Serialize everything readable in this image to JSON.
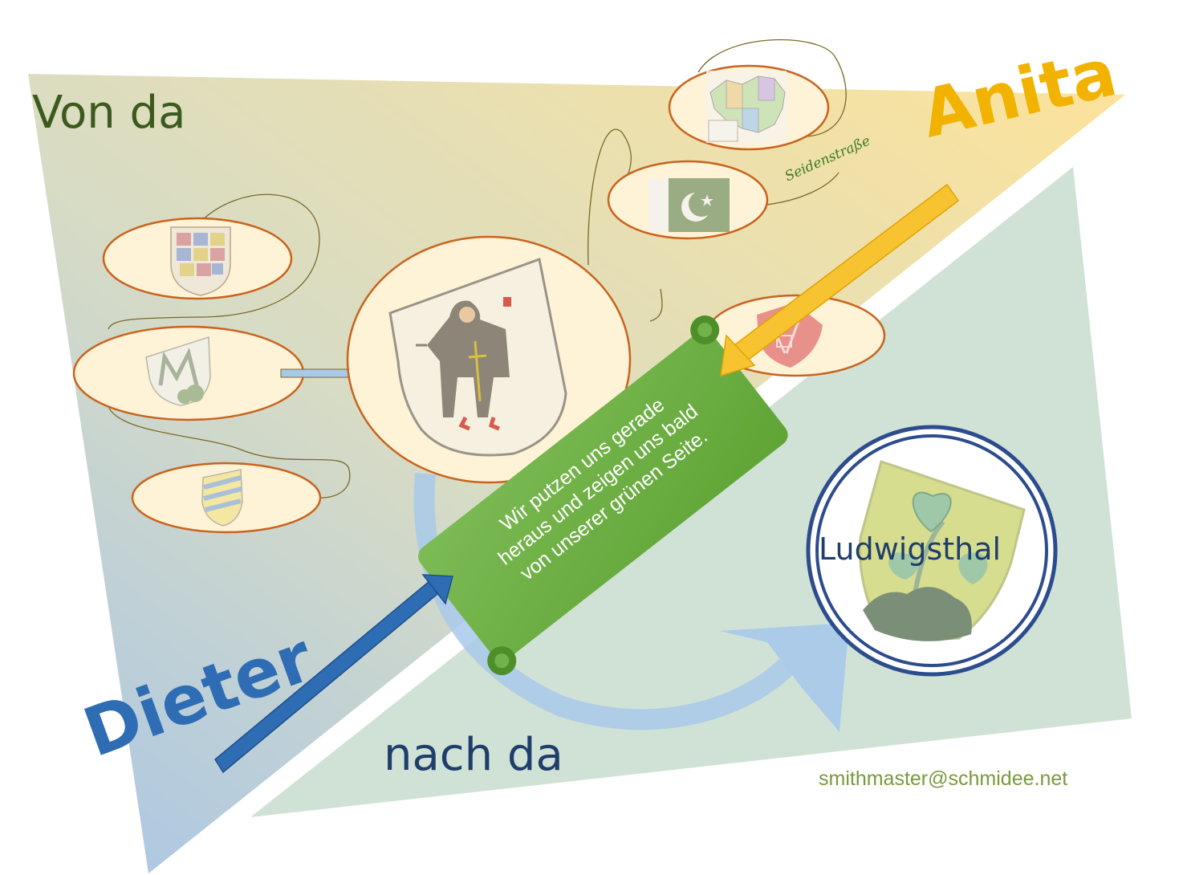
{
  "labels": {
    "von_da": "Von da",
    "nach_da": "nach da",
    "anita": "Anita",
    "dieter": "Dieter",
    "seidenstrasse": "Seidenstraße",
    "ludwigsthal": "Ludwigsthal",
    "email": "smithmaster@schmidee.net"
  },
  "scroll": {
    "line1": "Wir putzen uns gerade",
    "line2": "heraus und zeigen uns bald",
    "line3": "von unserer grünen Seite."
  },
  "colors": {
    "yellow_area": "#fde39a",
    "blue_area": "#a9c6e6",
    "green_area": "#cfe2d5",
    "bubble_fill": "#fef3d6",
    "bubble_stroke": "#c9631e",
    "scroll_green": "#69ad3e",
    "arrow_yellow": "#f7c331",
    "arrow_blue": "#2e6db4",
    "arrow_lightblue": "#a9c9ea",
    "ring_blue": "#2d4c8e"
  },
  "icons": [
    "coat-of-arms-icon",
    "flag-of-pakistan-icon",
    "china-map-icon",
    "scroll-icon"
  ]
}
